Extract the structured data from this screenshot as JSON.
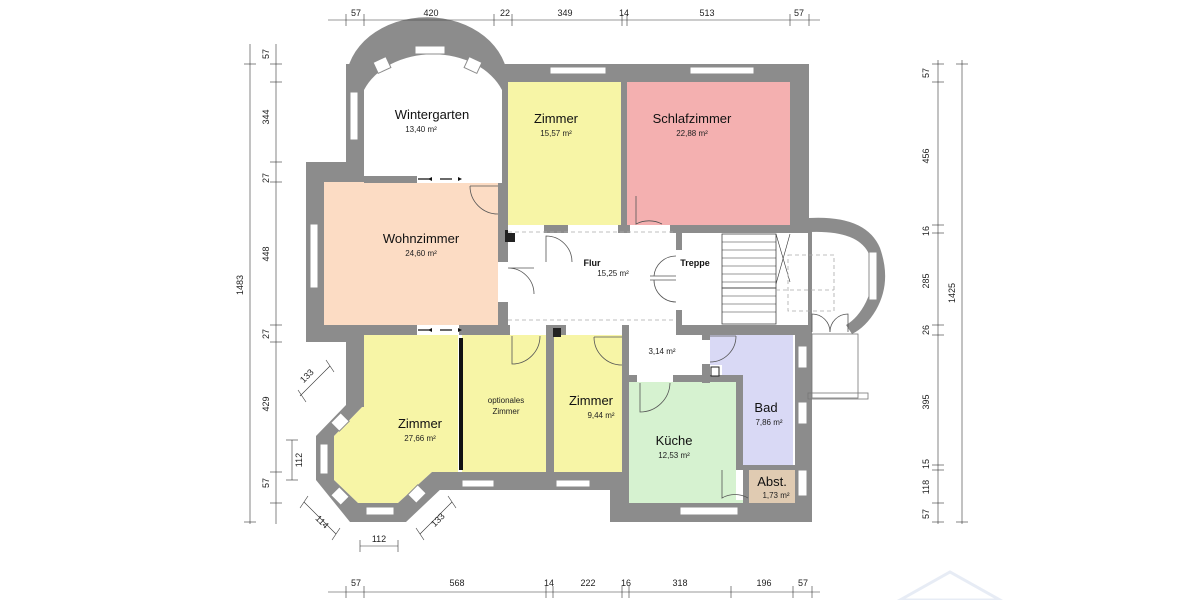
{
  "rooms": {
    "wintergarten": {
      "name": "Wintergarten",
      "area": "13,40 m²",
      "color": "#ffffff"
    },
    "zimmer_top": {
      "name": "Zimmer",
      "area": "15,57 m²",
      "color": "#f7f5a6"
    },
    "schlafzimmer": {
      "name": "Schlafzimmer",
      "area": "22,88 m²",
      "color": "#f4b0b0"
    },
    "wohnzimmer": {
      "name": "Wohnzimmer",
      "area": "24,60 m²",
      "color": "#fcdcc4"
    },
    "flur": {
      "name": "Flur",
      "area": "15,25 m²"
    },
    "treppe": {
      "name": "Treppe"
    },
    "vorraum": {
      "area": "3,14 m²"
    },
    "zimmer_bottom_left": {
      "name": "Zimmer",
      "area": "27,66 m²",
      "color": "#f7f5a6"
    },
    "optional": {
      "line1": "optionales",
      "line2": "Zimmer",
      "color": "#f7f5a6"
    },
    "zimmer_bottom_mid": {
      "name": "Zimmer",
      "area": "9,44 m²",
      "color": "#f7f5a6"
    },
    "kueche": {
      "name": "Küche",
      "area": "12,53 m²",
      "color": "#d6f2d0"
    },
    "bad": {
      "name": "Bad",
      "area": "7,86 m²",
      "color": "#d9d9f5"
    },
    "abst": {
      "name": "Abst.",
      "area": "1,73 m²",
      "color": "#e0cbb2"
    }
  },
  "dimensions": {
    "top": [
      "57",
      "420",
      "22",
      "349",
      "14",
      "513",
      "57"
    ],
    "bottom": [
      "57",
      "568",
      "14",
      "222",
      "16",
      "318",
      "196",
      "57"
    ],
    "left": [
      "57",
      "344",
      "27",
      "448",
      "27",
      "429",
      "57"
    ],
    "left_total": "1483",
    "right": [
      "57",
      "456",
      "16",
      "285",
      "26",
      "395",
      "15",
      "118",
      "57"
    ],
    "right_total": "1425",
    "bay": [
      "133",
      "112",
      "114",
      "112",
      "133"
    ]
  },
  "colors": {
    "wall": "#8c8c8c"
  }
}
